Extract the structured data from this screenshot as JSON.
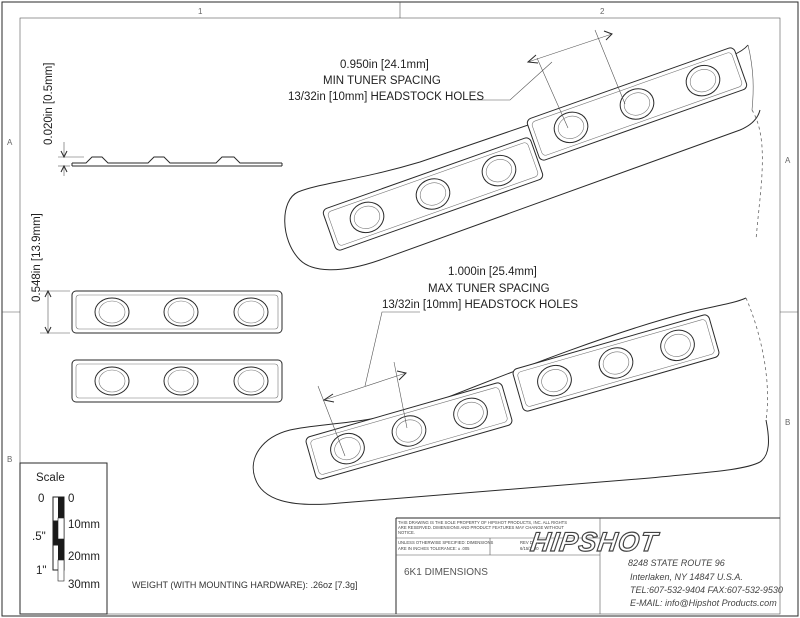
{
  "annotations": {
    "min_dim": "0.950in [24.1mm]",
    "min_label": "MIN TUNER SPACING",
    "min_holes": "13/32in [10mm] HEADSTOCK HOLES",
    "max_dim": "1.000in [25.4mm]",
    "max_label": "MAX TUNER SPACING",
    "max_holes": "13/32in [10mm] HEADSTOCK HOLES",
    "thickness": "0.020in [0.5mm]",
    "width": "0.548in [13.9mm]"
  },
  "grid": {
    "col1": "1",
    "col2": "2",
    "rowA_left": "A",
    "rowA_right": "A",
    "rowB_left": "B",
    "rowB_right": "B"
  },
  "scale": {
    "title": "Scale",
    "in_0": "0",
    "in_half": ".5\"",
    "in_1": "1\"",
    "mm_0": "0",
    "mm_10": "10mm",
    "mm_20": "20mm",
    "mm_30": "30mm"
  },
  "weight": "WEIGHT (WITH MOUNTING HARDWARE): .26oz [7.3g]",
  "title_block": {
    "notice": [
      "THIS DRAWING IS THE SOLE PROPERTY OF HIPSHOT PRODUCTS, INC. ALL RIGHTS",
      "ARE RESERVED. DIMENSIONS AND PRODUCT FEATURES MAY CHANGE WITHOUT",
      "NOTICE."
    ],
    "tolerance": [
      "UNLESS OTHERWISE SPECIFIED: DIMENSIONS",
      "ARE IN INCHES TOLERANCE: ± .005"
    ],
    "rev_label": "REV DATE:",
    "rev_date": "6/15/2020",
    "drawing_title": "6K1 DIMENSIONS",
    "logo": "HIPSHOT",
    "address1": "8248 STATE ROUTE 96",
    "address2": "Interlaken, NY 14847 U.S.A.",
    "phone": "TEL:607-532-9404 FAX:607-532-9530",
    "email": "E-MAIL: info@Hipshot Products.com"
  }
}
